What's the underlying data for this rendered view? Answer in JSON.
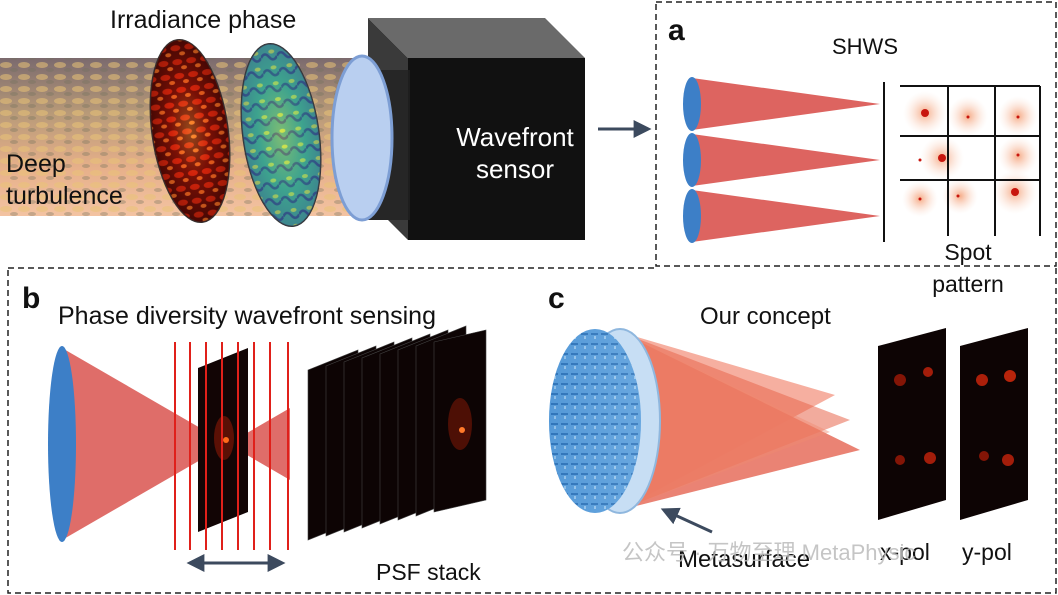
{
  "top": {
    "irradiance_phase_label": "Irradiance phase",
    "deep_label_line1": "Deep",
    "deep_label_line2": "turbulence",
    "sensor_label_line1": "Wavefront",
    "sensor_label_line2": "sensor"
  },
  "panel_a": {
    "letter": "a",
    "title": "SHWS",
    "spot_label_line1": "Spot",
    "spot_label_line2": "pattern"
  },
  "panel_b": {
    "letter": "b",
    "title": "Phase diversity wavefront sensing",
    "stack_label": "PSF stack"
  },
  "panel_c": {
    "letter": "c",
    "title": "Our concept",
    "metasurface_label": "Metasurface",
    "xpol_label": "x-pol",
    "ypol_label": "y-pol",
    "watermark": "公众号 · 万物至理 MetaPhysic"
  },
  "colors": {
    "lens_blue": "#3d7fc7",
    "beam_red": "#d9534f",
    "dashed_border": "#222222",
    "arrow": "#3c4a5e"
  }
}
